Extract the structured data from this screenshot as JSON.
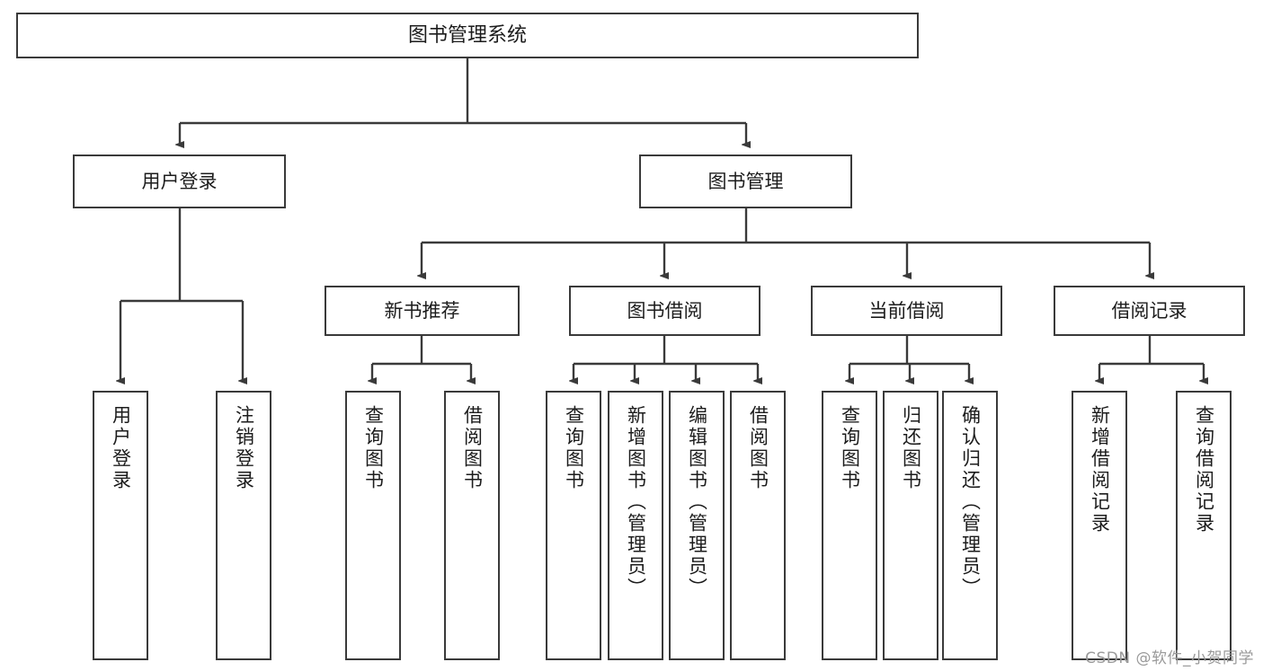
{
  "diagram": {
    "title": "图书管理系统",
    "watermark": "CSDN @软件_小贺同学",
    "colors": {
      "stroke": "#3a3a3a",
      "box_fill": "#ffffff",
      "text": "#1c1c1c",
      "background": "#ffffff",
      "watermark": "#9a9a9a"
    },
    "levels": {
      "root": {
        "label": "图书管理系统"
      },
      "level2": [
        {
          "label": "用户登录"
        },
        {
          "label": "图书管理"
        }
      ],
      "level3": [
        {
          "label": "新书推荐"
        },
        {
          "label": "图书借阅"
        },
        {
          "label": "当前借阅"
        },
        {
          "label": "借阅记录"
        }
      ],
      "leaves": {
        "user_login": [
          {
            "label": "用户登录"
          },
          {
            "label": "注销登录"
          }
        ],
        "new_book_recommend": [
          {
            "label": "查询图书"
          },
          {
            "label": "借阅图书"
          }
        ],
        "book_borrow": [
          {
            "label": "查询图书"
          },
          {
            "label": "新增图书（管理员）"
          },
          {
            "label": "编辑图书（管理员）"
          },
          {
            "label": "借阅图书"
          }
        ],
        "current_borrow": [
          {
            "label": "查询图书"
          },
          {
            "label": "归还图书"
          },
          {
            "label": "确认归还（管理员）"
          }
        ],
        "borrow_record": [
          {
            "label": "新增借阅记录"
          },
          {
            "label": "查询借阅记录"
          }
        ]
      }
    }
  }
}
